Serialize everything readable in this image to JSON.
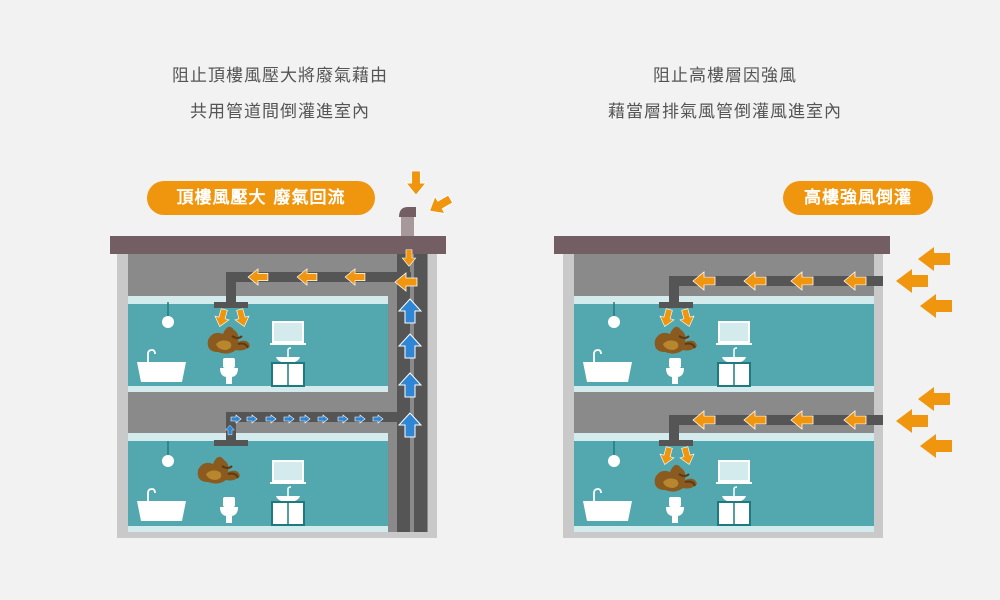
{
  "left_panel": {
    "caption_line1": "阻止頂樓風壓大將廢氣藉由",
    "caption_line2": "共用管道間倒灌進室內",
    "badge": "頂樓風壓大 廢氣回流",
    "scenario": "rooftop-backflow",
    "floors": 2,
    "shaft_arrows_up": 4
  },
  "right_panel": {
    "caption_line1": "阻止高樓層因強風",
    "caption_line2": "藉當層排氣風管倒灌風進室內",
    "badge": "高樓強風倒灌",
    "scenario": "high-wind-backflow",
    "floors": 2,
    "wind_arrows_per_floor": 3
  },
  "colors": {
    "background": "#f2f2f2",
    "roof": "#735f63",
    "wall": "#c9c9c9",
    "ceiling_space": "#8a8a8a",
    "room": "#52a8ae",
    "ceiling_strip": "#d4ebee",
    "duct": "#555555",
    "orange_arrow": "#f0950e",
    "blue_arrow": "#2f86d4",
    "fixture": "#ffffff",
    "cabinet_border": "#1f7a80",
    "odor": "#8a5a1e"
  }
}
